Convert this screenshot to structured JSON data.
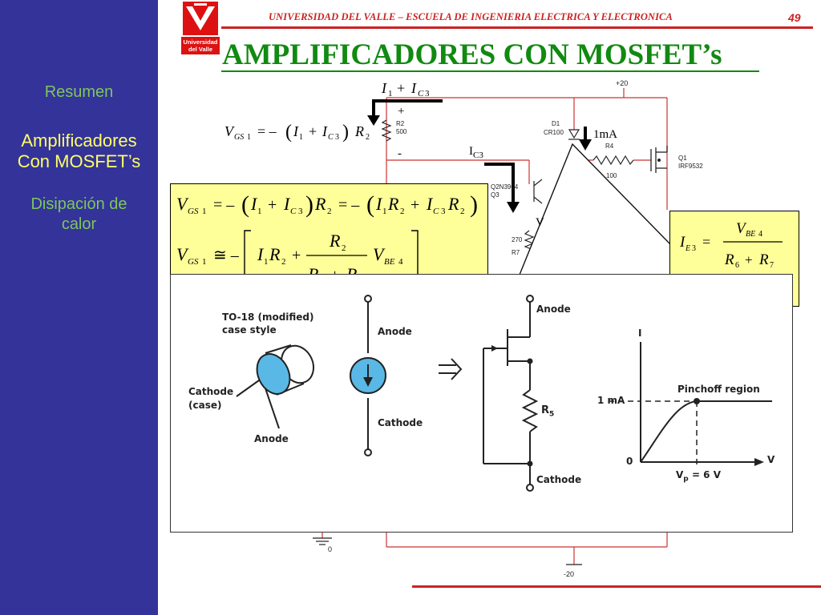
{
  "header": {
    "university": "UNIVERSIDAD DEL VALLE – ESCUELA DE INGENIERIA ELECTRICA Y ELECTRONICA",
    "page_number": "49",
    "logo_line1": "Universidad",
    "logo_line2": "del Valle"
  },
  "title": "AMPLIFICADORES CON MOSFET’s",
  "sidebar": {
    "items": [
      {
        "label": "Resumen",
        "color": "#7fc65a"
      },
      {
        "label_line1": "Amplificadores",
        "label_line2": "Con MOSFET’s",
        "color": "#ffff66"
      },
      {
        "label_line1": "Disipación de",
        "label_line2": "calor",
        "color": "#7fc65a"
      }
    ]
  },
  "circuit": {
    "supply_pos": "+20",
    "supply_neg": "-20",
    "ground_label": "0",
    "current_label": "1mA",
    "ic3_label": "I",
    "ic3_sub": "C3",
    "r2_ref": "R2",
    "r2_value": "500",
    "d1_ref": "D1",
    "d1_part": "CR100",
    "r4_ref": "R4",
    "r4_value": "100",
    "q1_ref": "Q1",
    "q1_part": "IRF9532",
    "q3_ref": "Q2N3904",
    "q3_sub": "Q3",
    "r7_value": "270",
    "r7_ref": "R7",
    "plus_sign": "+",
    "minus_sign": "-",
    "v_label": "V"
  },
  "datasheet": {
    "case_title_line1": "TO-18 (modified)",
    "case_title_line2": "case style",
    "cathode_case_line1": "Cathode",
    "cathode_case_line2": "(case)",
    "anode_left": "Anode",
    "anode_symbol": "Anode",
    "cathode_symbol": "Cathode",
    "anode_fet": "Anode",
    "r5_label": "R",
    "r5_sub": "5",
    "cathode_fet": "Cathode",
    "axis_i": "I",
    "one_ma": "1 mA",
    "pinchoff": "Pinchoff region",
    "axis_zero": "0",
    "axis_v": "V",
    "vp_label": "V",
    "vp_sub": "p",
    "vp_value": "= 6 V",
    "implies": "⇒"
  },
  "colors": {
    "sidebar_bg": "#33339a",
    "accent_red": "#cc2222",
    "title_green": "#118a11",
    "formula_bg": "#ffff99"
  }
}
